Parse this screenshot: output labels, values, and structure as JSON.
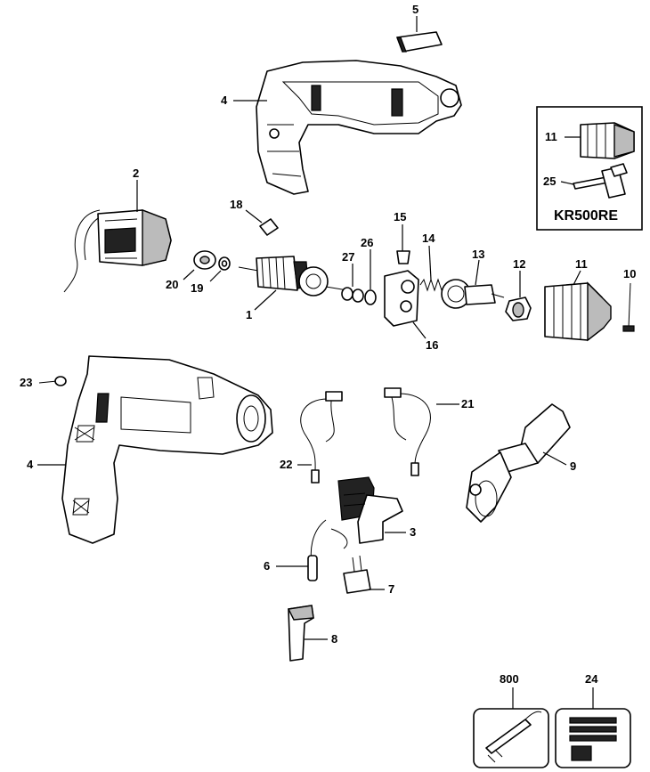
{
  "callouts": {
    "c5": "5",
    "c4a": "4",
    "c2": "2",
    "c18": "18",
    "c15": "15",
    "c11a": "11",
    "c25": "25",
    "c14": "14",
    "c26": "26",
    "c27": "27",
    "c13": "13",
    "c12": "12",
    "c11b": "11",
    "c10": "10",
    "c20": "20",
    "c19": "19",
    "c1": "1",
    "c16": "16",
    "c23": "23",
    "c4b": "4",
    "c21": "21",
    "c22": "22",
    "c9": "9",
    "c3": "3",
    "c6": "6",
    "c7": "7",
    "c8": "8",
    "c800": "800",
    "c24": "24"
  },
  "kit": {
    "title": "KR500RE"
  },
  "colors": {
    "line": "#000000",
    "background": "#ffffff",
    "fill_dark": "#222222",
    "fill_grey": "#bbbbbb"
  }
}
